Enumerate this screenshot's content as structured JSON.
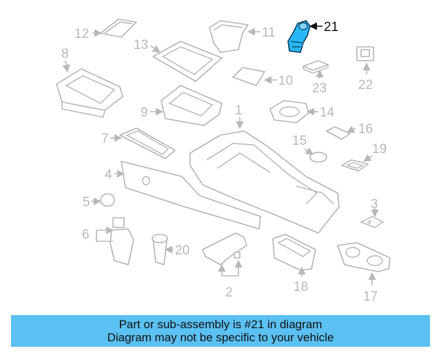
{
  "callouts": [
    "1",
    "2",
    "3",
    "4",
    "5",
    "6",
    "7",
    "8",
    "9",
    "10",
    "11",
    "12",
    "13",
    "14",
    "15",
    "16",
    "17",
    "18",
    "19",
    "20",
    "21",
    "22",
    "23"
  ],
  "highlighted_part": "21",
  "highlight_color": "#29b6f6",
  "banner": {
    "line1": "Part or sub-assembly is #21 in diagram",
    "line2": "Diagram may not be specific to your vehicle",
    "background": "#5bc0f2"
  }
}
